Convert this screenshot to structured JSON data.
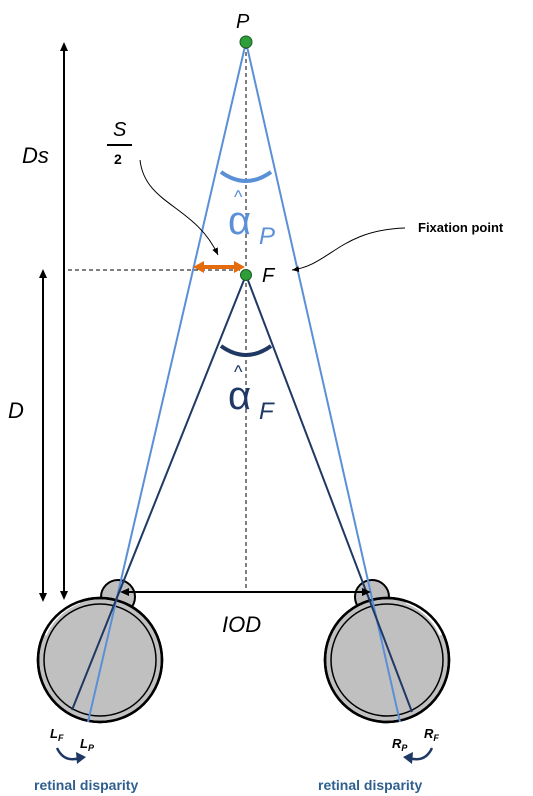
{
  "labels": {
    "point_p": "P",
    "point_f": "F",
    "ds": "Ds",
    "d": "D",
    "s_num": "S",
    "s_den": "2",
    "fixation_point": "Fixation point",
    "iod": "IOD",
    "alpha_p": "α",
    "alpha_p_sub": "P",
    "alpha_f": "α",
    "alpha_f_sub": "F",
    "hat": "^",
    "lf": "L",
    "lf_sub": "F",
    "lp": "L",
    "lp_sub": "P",
    "rp": "R",
    "rp_sub": "P",
    "rf": "R",
    "rf_sub": "F",
    "retinal_left": "retinal disparity",
    "retinal_right": "retinal disparity"
  },
  "colors": {
    "light_blue": "#5b8fd6",
    "dark_blue": "#1f3864",
    "orange": "#e46c0a",
    "green_point": "#2e9e3a",
    "eye_gray": "#c0c0c0",
    "label_blue": "#2f5f8f"
  }
}
